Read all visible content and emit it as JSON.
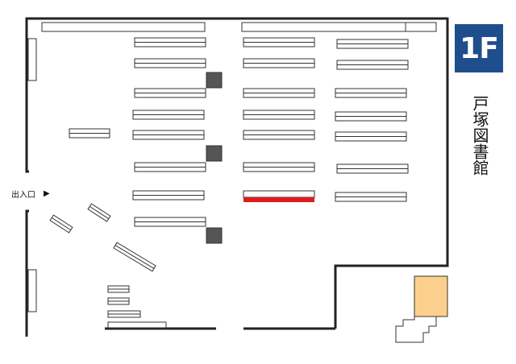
{
  "floor_label": "1F",
  "library_name": "戸塚図書館",
  "entrance_label": "出入口",
  "entrance_arrow": "▶",
  "colors": {
    "badge": "#1f4e8c",
    "highlight_shelf": "#e11b1b",
    "area_fill": "#fbd08e",
    "column": "#555555",
    "wall": "#222222"
  },
  "icons": [
    "entrance-arrow-icon"
  ]
}
